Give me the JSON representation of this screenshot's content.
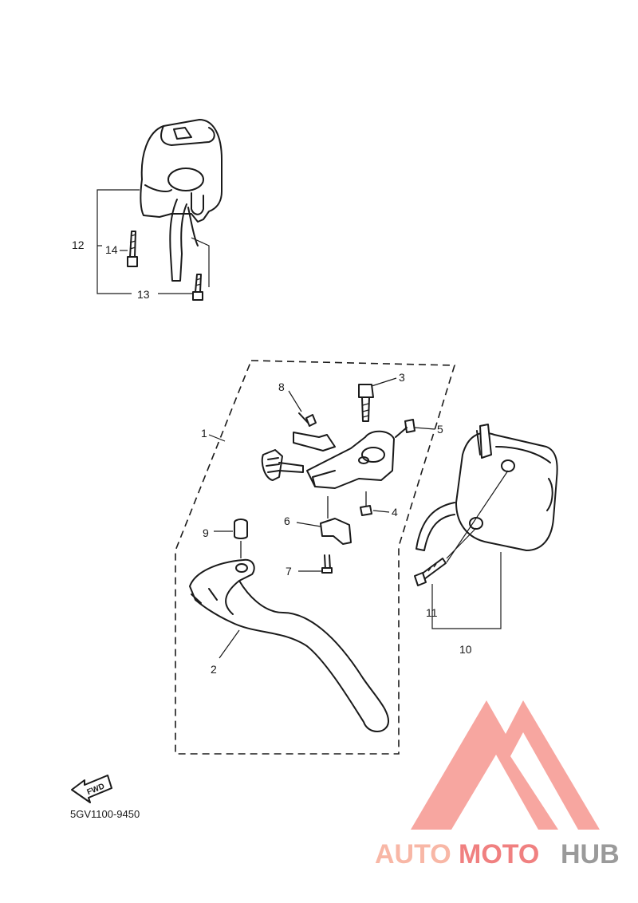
{
  "diagram": {
    "callouts": {
      "c1": "1",
      "c2": "2",
      "c3": "3",
      "c4": "4",
      "c5": "5",
      "c6": "6",
      "c7": "7",
      "c8": "8",
      "c9": "9",
      "c10": "10",
      "c11": "11",
      "c12": "12",
      "c13": "13",
      "c14": "14"
    },
    "fwd_label": "FWD",
    "part_code": "5GV1100-9450"
  },
  "watermark": {
    "part1": "AUTO",
    "part2": "MOTO",
    "part3": "HUB",
    "colors": {
      "light": "#f8b7a6",
      "red": "#f08080",
      "gray": "#9a9a9a"
    }
  }
}
